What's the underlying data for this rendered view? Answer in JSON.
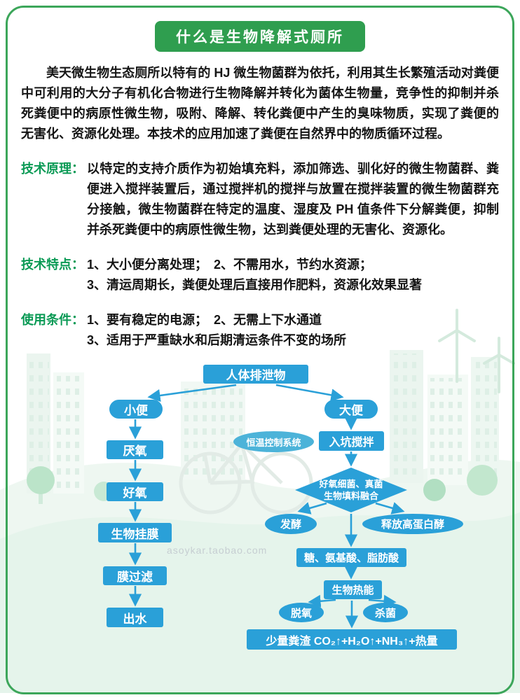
{
  "title": "什么是生物降解式厕所",
  "intro": "美天微生物生态厕所以特有的 HJ 微生物菌群为依托，利用其生长繁殖活动对粪便中可利用的大分子有机化合物进行生物降解并转化为菌体生物量，竞争性的抑制并杀死粪便中的病原性微生物，吸附、降解、转化粪便中产生的臭味物质，实现了粪便的无害化、资源化处理。本技术的应用加速了粪便在自然界中的物质循环过程。",
  "sections": {
    "principle": {
      "label": "技术原理：",
      "content": "以特定的支持介质作为初始填充料，添加筛选、驯化好的微生物菌群、粪便进入搅拌装置后，通过搅拌机的搅拌与放置在搅拌装置的微生物菌群充分接触，微生物菌群在特定的温度、湿度及 PH 值条件下分解粪便，抑制并杀死粪便中的病原性微生物，达到粪便处理的无害化、资源化。"
    },
    "features": {
      "label": "技术特点：",
      "line1": "1、大小便分离处理；　2、不需用水，节约水资源；",
      "line2": "3、清运周期长，粪便处理后直接用作肥料，资源化效果显著"
    },
    "conditions": {
      "label": "使用条件：",
      "line1": "1、要有稳定的电源；　2、无需上下水通道",
      "line2": "3、适用于严重缺水和后期清运条件不变的场所"
    }
  },
  "flowchart": {
    "excreta": "人体排泄物",
    "urine": "小便",
    "feces": "大便",
    "anaerobic": "厌氧",
    "temperature_control": "恒温控制系统",
    "pit_mixing": "入坑搅拌",
    "aerobic": "好氧",
    "fusion_line1": "好氧细菌、真菌",
    "fusion_line2": "生物填料融合",
    "biofilm": "生物挂膜",
    "fermentation": "发酵",
    "protein_release": "释放高蛋白酵",
    "metabolites": "糖、氨基酸、脂肪酸",
    "membrane_filtration": "膜过滤",
    "bio_heat": "生物热能",
    "deoxygenation": "脱氧",
    "sterilization": "杀菌",
    "effluent": "出水",
    "final_output": "少量粪渣 CO₂↑+H₂O↑+NH₃↑+热量"
  },
  "watermark": "asoykar.taobao.com",
  "colors": {
    "border_green": "#3ca65a",
    "title_green": "#2f9e4f",
    "label_green": "#0a9a55",
    "flow_blue": "#2aa0d8",
    "flow_light_blue": "#4cb3d9"
  }
}
